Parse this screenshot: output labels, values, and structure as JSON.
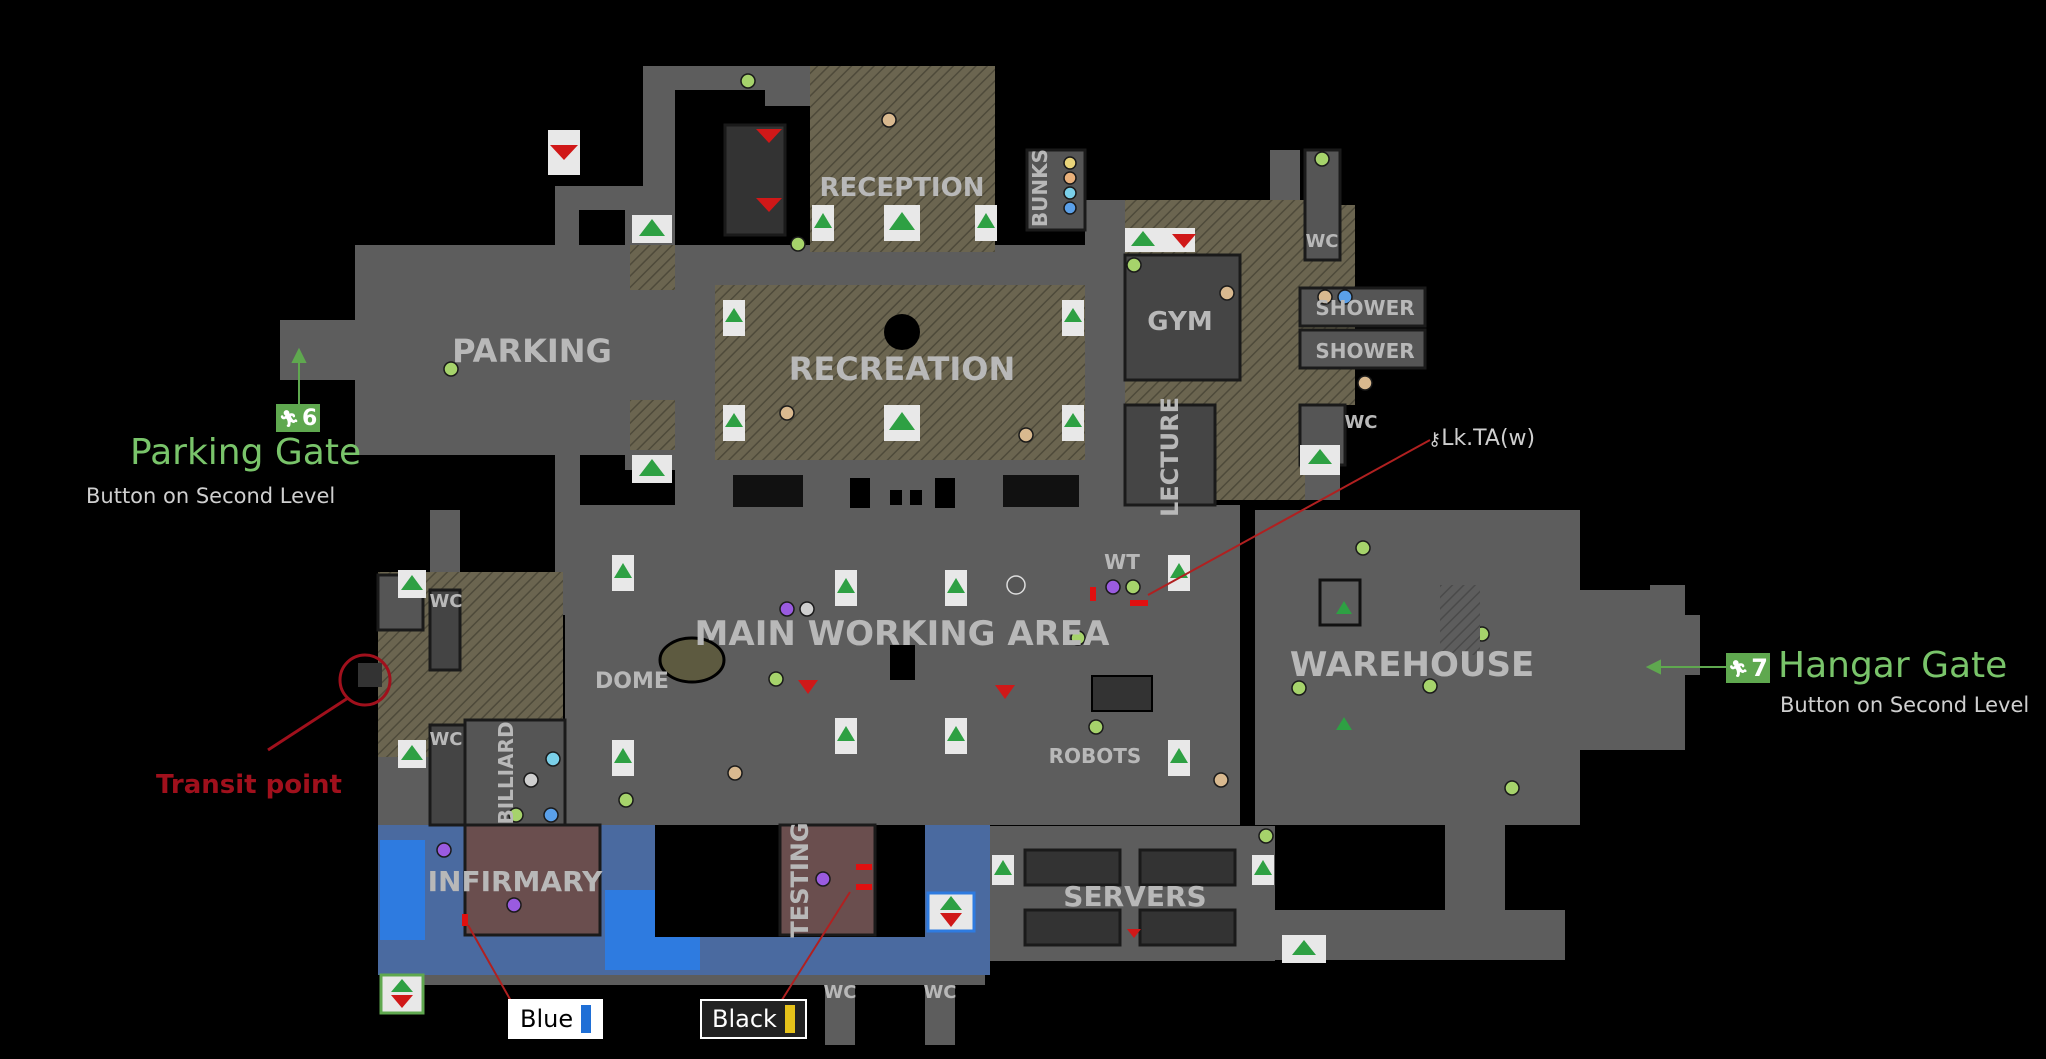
{
  "map": {
    "rooms": {
      "reception": "RECEPTION",
      "bunks": "BUNKS",
      "parking": "PARKING",
      "recreation": "RECREATION",
      "gym": "GYM",
      "shower_1": "SHOWER",
      "shower_2": "SHOWER",
      "lecture": "LECTURE",
      "main_working_area": "MAIN WORKING AREA",
      "wt": "WT",
      "dome": "DOME",
      "robots": "ROBOTS",
      "warehouse": "WAREHOUSE",
      "billiard": "BILLIARD",
      "infirmary": "INFIRMARY",
      "testing": "TESTING",
      "servers": "SERVERS",
      "wc": "WC"
    },
    "exits": {
      "parking_gate": {
        "number": "6",
        "name": "Parking Gate",
        "note": "Button on Second Level"
      },
      "hangar_gate": {
        "number": "7",
        "name": "Hangar Gate",
        "note": "Button on Second Level"
      }
    },
    "transit_point": "Transit point",
    "key_label": "Lk.TA(w)",
    "keycards": {
      "blue": {
        "label": "Blue",
        "color": "#1f6fd6"
      },
      "black": {
        "label": "Black",
        "color": "#e6c21a"
      }
    },
    "colors": {
      "background": "#000000",
      "floor": "#5d5d5d",
      "olive_area": "#6b6550",
      "blue_area": "#4a6aa0",
      "exit_green": "#5fa84f",
      "transit_red": "#a0101c",
      "stair_up": "#2ea043",
      "stair_down": "#d01818"
    }
  }
}
